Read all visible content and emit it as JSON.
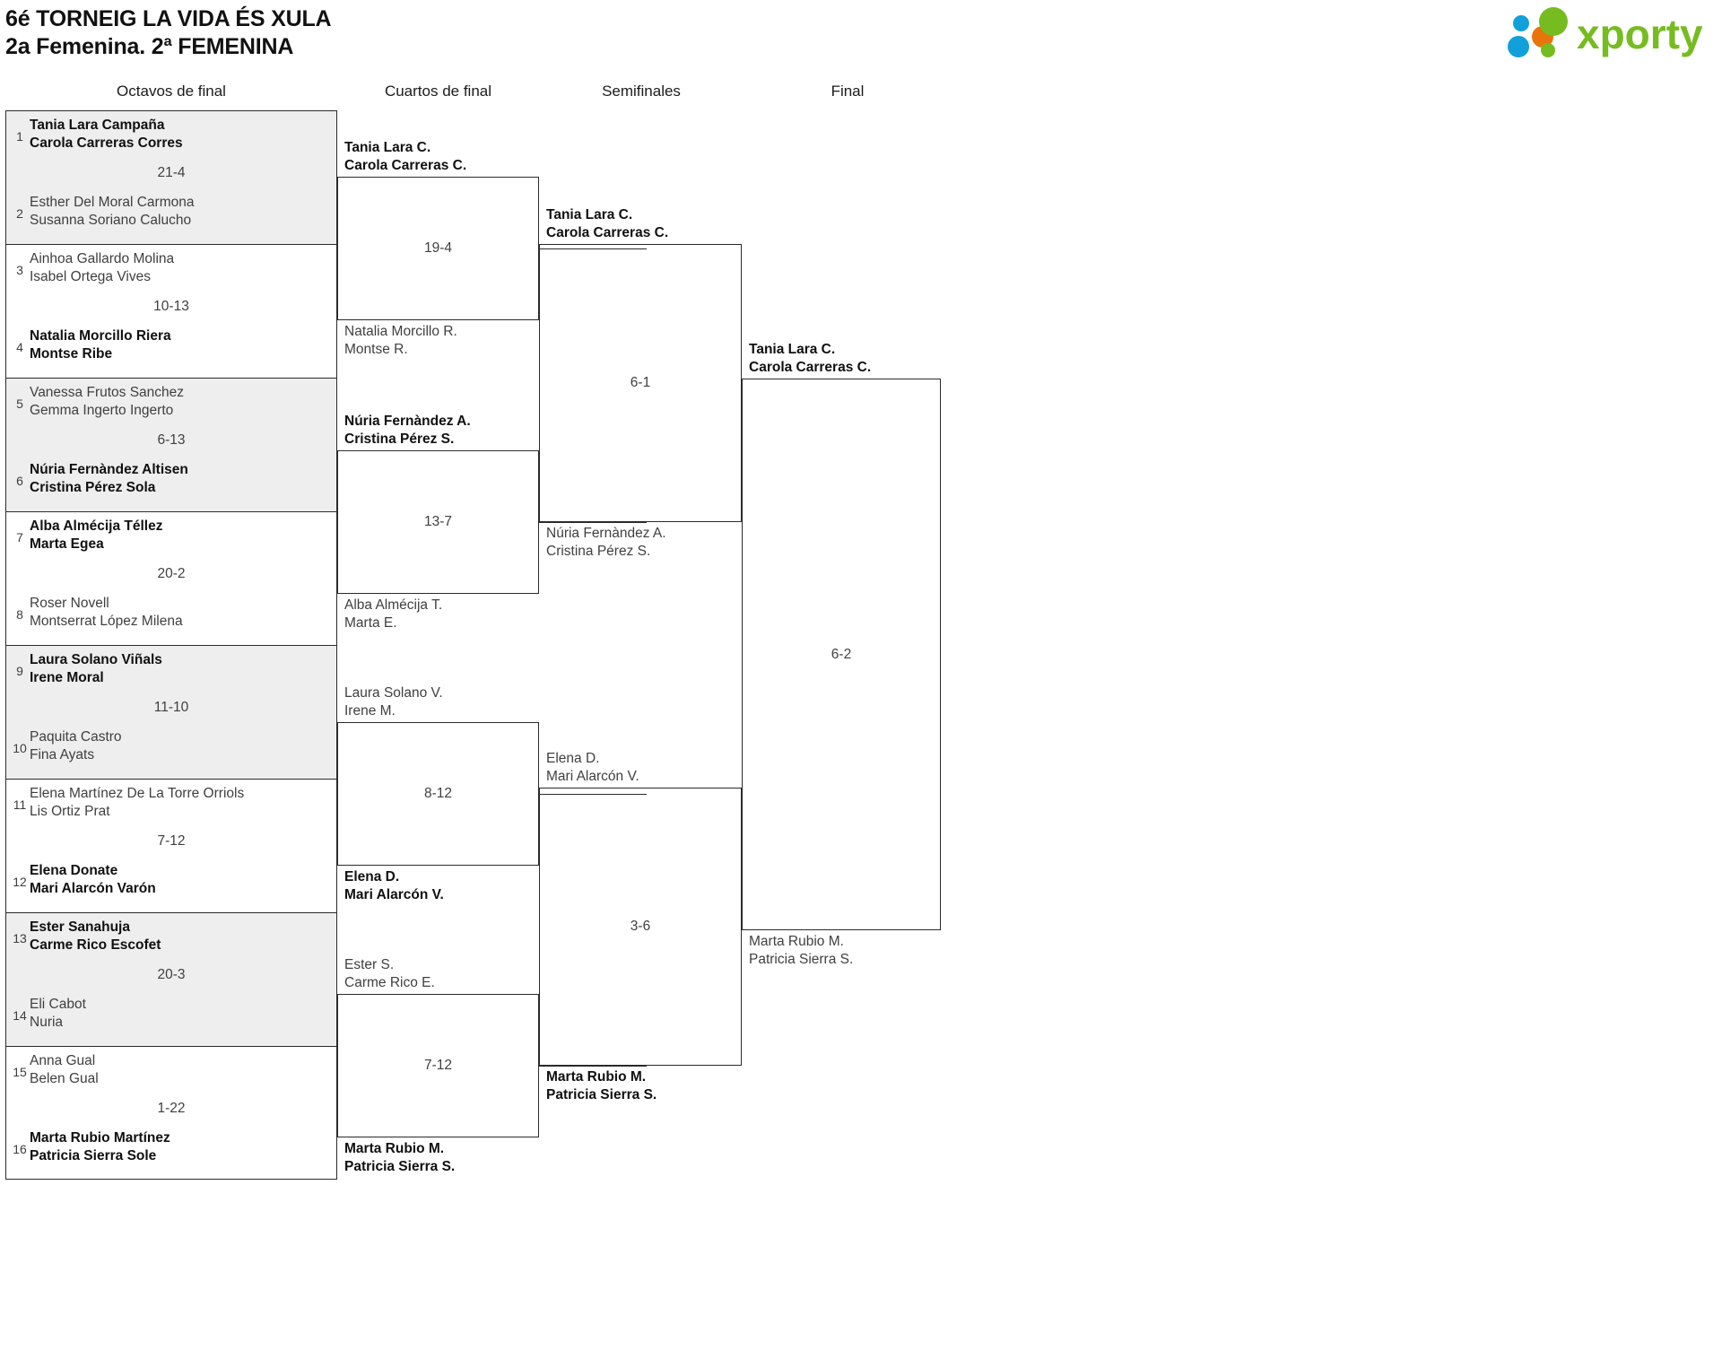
{
  "header": {
    "title_line1": "6é TORNEIG LA VIDA ÉS XULA",
    "title_line2": "2a Femenina. 2ª FEMENINA",
    "logo_text": "xporty",
    "logo_colors": {
      "blue": "#12A0DB",
      "orange": "#E8740C",
      "green": "#76BC21"
    }
  },
  "rounds": [
    {
      "name": "Octavos de final"
    },
    {
      "name": "Cuartos de final"
    },
    {
      "name": "Semifinales"
    },
    {
      "name": "Final"
    }
  ],
  "round1": [
    {
      "score": "21-4",
      "top": {
        "seed": "1",
        "p1": "Tania Lara Campaña",
        "p2": "Carola Carreras Corres",
        "winner": true
      },
      "bottom": {
        "seed": "2",
        "p1": "Esther Del Moral Carmona",
        "p2": "Susanna Soriano Calucho",
        "winner": false
      }
    },
    {
      "score": "10-13",
      "top": {
        "seed": "3",
        "p1": "Ainhoa Gallardo Molina",
        "p2": "Isabel Ortega Vives",
        "winner": false
      },
      "bottom": {
        "seed": "4",
        "p1": "Natalia Morcillo Riera",
        "p2": "Montse Ribe",
        "winner": true
      }
    },
    {
      "score": "6-13",
      "top": {
        "seed": "5",
        "p1": "Vanessa Frutos Sanchez",
        "p2": "Gemma Ingerto Ingerto",
        "winner": false
      },
      "bottom": {
        "seed": "6",
        "p1": "Núria Fernàndez Altisen",
        "p2": "Cristina Pérez Sola",
        "winner": true
      }
    },
    {
      "score": "20-2",
      "top": {
        "seed": "7",
        "p1": "Alba Almécija Téllez",
        "p2": "Marta Egea",
        "winner": true
      },
      "bottom": {
        "seed": "8",
        "p1": "Roser Novell",
        "p2": "Montserrat López Milena",
        "winner": false
      }
    },
    {
      "score": "11-10",
      "top": {
        "seed": "9",
        "p1": "Laura Solano Viñals",
        "p2": "Irene Moral",
        "winner": true
      },
      "bottom": {
        "seed": "10",
        "p1": "Paquita Castro",
        "p2": "Fina Ayats",
        "winner": false
      }
    },
    {
      "score": "7-12",
      "top": {
        "seed": "11",
        "p1": "Elena Martínez De La Torre Orriols",
        "p2": "Lis Ortiz Prat",
        "winner": false
      },
      "bottom": {
        "seed": "12",
        "p1": "Elena Donate",
        "p2": "Mari Alarcón Varón",
        "winner": true
      }
    },
    {
      "score": "20-3",
      "top": {
        "seed": "13",
        "p1": "Ester Sanahuja",
        "p2": "Carme Rico Escofet",
        "winner": true
      },
      "bottom": {
        "seed": "14",
        "p1": "Eli Cabot",
        "p2": "Nuria",
        "winner": false
      }
    },
    {
      "score": "1-22",
      "top": {
        "seed": "15",
        "p1": "Anna Gual",
        "p2": "Belen Gual",
        "winner": false
      },
      "bottom": {
        "seed": "16",
        "p1": "Marta Rubio Martínez",
        "p2": "Patricia Sierra Sole",
        "winner": true
      }
    }
  ],
  "round2": [
    {
      "score": "19-4",
      "top": {
        "p1": "Tania Lara C.",
        "p2": "Carola Carreras C.",
        "winner": true
      },
      "bottom": {
        "p1": "Natalia Morcillo R.",
        "p2": "Montse R.",
        "winner": false
      }
    },
    {
      "score": "13-7",
      "top": {
        "p1": "Núria Fernàndez A.",
        "p2": "Cristina Pérez S.",
        "winner": true
      },
      "bottom": {
        "p1": "Alba Almécija T.",
        "p2": "Marta E.",
        "winner": false
      }
    },
    {
      "score": "8-12",
      "top": {
        "p1": "Laura Solano V.",
        "p2": "Irene M.",
        "winner": false
      },
      "bottom": {
        "p1": "Elena D.",
        "p2": "Mari Alarcón V.",
        "winner": true
      }
    },
    {
      "score": "7-12",
      "top": {
        "p1": "Ester S.",
        "p2": "Carme Rico E.",
        "winner": false
      },
      "bottom": {
        "p1": "Marta Rubio M.",
        "p2": "Patricia Sierra S.",
        "winner": true
      }
    }
  ],
  "round3": [
    {
      "score": "6-1",
      "top": {
        "p1": "Tania Lara C.",
        "p2": "Carola Carreras C.",
        "winner": true
      },
      "bottom": {
        "p1": "Núria Fernàndez A.",
        "p2": "Cristina Pérez S.",
        "winner": false
      }
    },
    {
      "score": "3-6",
      "top": {
        "p1": "Elena D.",
        "p2": "Mari Alarcón V.",
        "winner": false
      },
      "bottom": {
        "p1": "Marta Rubio M.",
        "p2": "Patricia Sierra S.",
        "winner": true
      }
    }
  ],
  "round4": [
    {
      "score": "6-2",
      "top": {
        "p1": "Tania Lara C.",
        "p2": "Carola Carreras C.",
        "winner": true
      },
      "bottom": {
        "p1": "Marta Rubio M.",
        "p2": "Patricia Sierra S.",
        "winner": false
      }
    }
  ]
}
